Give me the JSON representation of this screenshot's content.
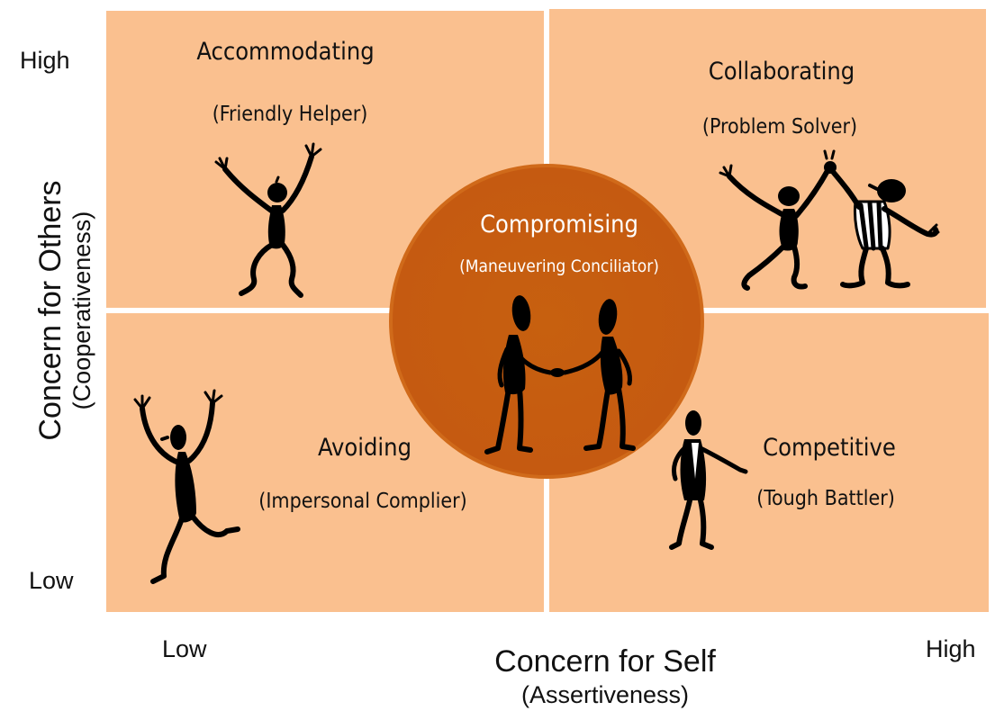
{
  "quadrants": {
    "accommodating": {
      "title": "Accommodating",
      "subtitle": "(Friendly Helper)"
    },
    "collaborating": {
      "title": "Collaborating",
      "subtitle": "(Problem Solver)"
    },
    "avoiding": {
      "title": "Avoiding",
      "subtitle": "(Impersonal Complier)"
    },
    "competitive": {
      "title": "Competitive",
      "subtitle": "(Tough Battler)"
    }
  },
  "center": {
    "title": "Compromising",
    "subtitle": "(Maneuvering Conciliator)"
  },
  "y_axis": {
    "label": "Concern for Others",
    "sublabel": "(Cooperativeness)",
    "high": "High",
    "low": "Low"
  },
  "x_axis": {
    "label": "Concern for Self",
    "sublabel": "(Assertiveness)",
    "low": "Low",
    "high": "High"
  },
  "colors": {
    "quadrant_fill": "#fac08f",
    "circle_fill": "#c55a11",
    "center_text": "#ffffff"
  },
  "icons": [
    "stick-figure-accommodating",
    "stick-figures-collaborating",
    "stick-figures-compromising",
    "stick-figure-avoiding",
    "stick-figure-competitive"
  ]
}
